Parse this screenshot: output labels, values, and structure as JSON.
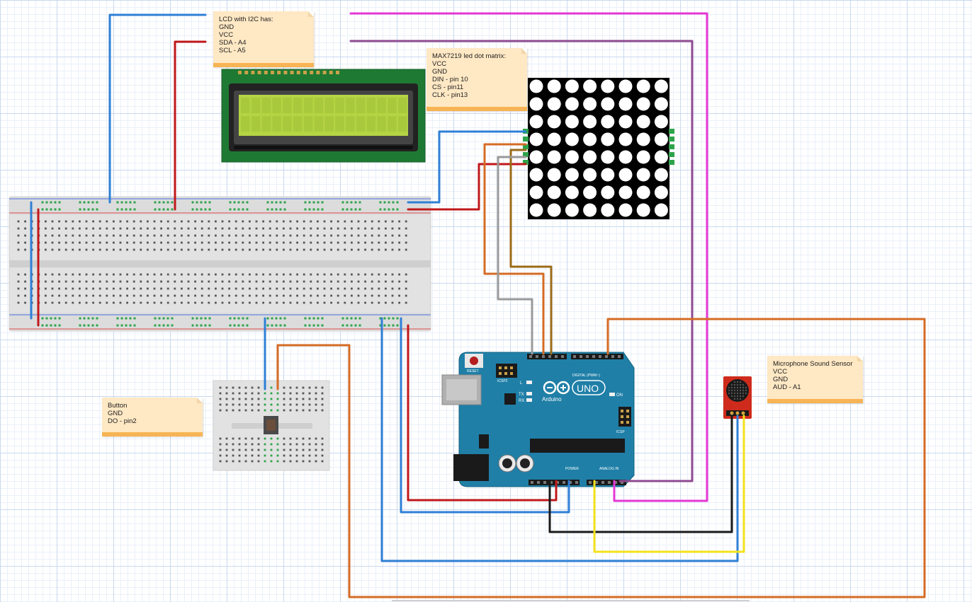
{
  "notes": {
    "lcd": {
      "title": "LCD with I2C has:",
      "lines": [
        "GND",
        "VCC",
        "SDA - A4",
        "SCL - A5"
      ]
    },
    "matrix": {
      "title": "MAX7219 led dot matrix:",
      "lines": [
        "VCC",
        "GND",
        "DIN - pin 10",
        "CS - pin11",
        "CLK - pin13"
      ]
    },
    "mic": {
      "title": "Microphone Sound Sensor",
      "lines": [
        "VCC",
        "GND",
        "AUD - A1"
      ]
    },
    "button": {
      "title": "Button",
      "lines": [
        "GND",
        "DO - pin2"
      ]
    }
  },
  "arduino": {
    "reset_label": "RESET",
    "icsp2_label": "ICSP2",
    "icsp_label": "ICSP",
    "l_label": "L",
    "tx_label": "TX",
    "rx_label": "RX",
    "brand": "Arduino",
    "model": "UNO",
    "on_label": "ON",
    "digital_label": "DIGITAL (PWM~)",
    "power_label": "POWER",
    "analog_label": "ANALOG IN"
  },
  "colors": {
    "blue_wire": "#2f7fd6",
    "red_wire": "#c0181b",
    "magenta_wire": "#e437d6",
    "purple_wire": "#8e4a92",
    "orange_wire": "#d56b24",
    "brown_wire": "#9b6b18",
    "gray_wire": "#9a9a9a",
    "yellow_wire": "#f3e21b",
    "black_wire": "#1a1a1a",
    "arduino_board": "#1f7fa7",
    "lcd_board": "#1e7a33",
    "lcd_screen": "#b5d444",
    "note_fill": "#ffe8c4",
    "note_stripe": "#f7b455"
  }
}
